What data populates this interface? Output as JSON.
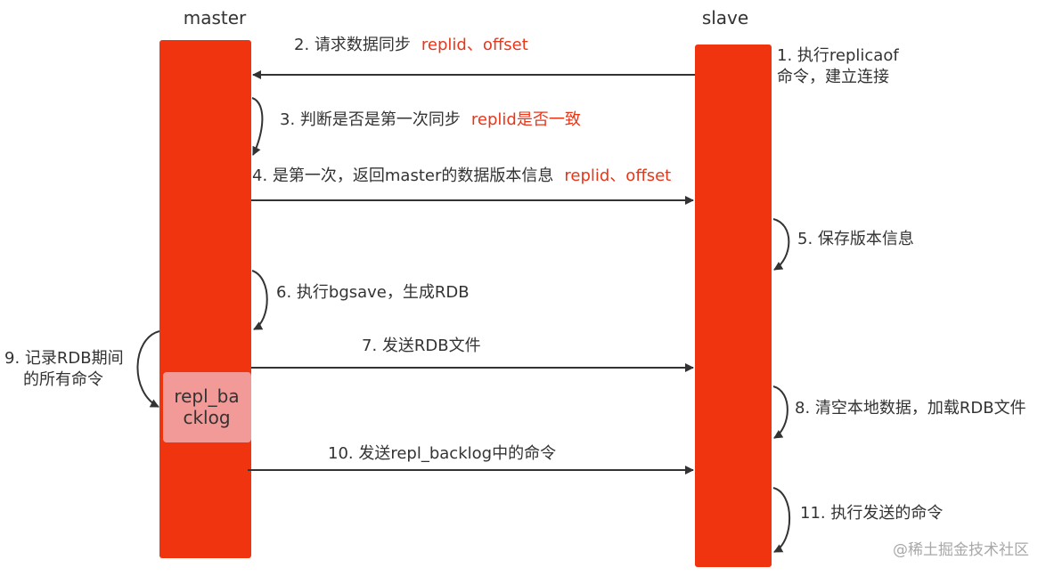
{
  "participants": {
    "master": "master",
    "slave": "slave"
  },
  "buffer": {
    "line1": "repl_ba",
    "line2": "cklog"
  },
  "steps": [
    {
      "id": "s1",
      "line1": "1. 执行replicaof",
      "line2": "命令，建立连接"
    },
    {
      "id": "s2",
      "text": "2. 请求数据同步",
      "highlight": "replid、offset"
    },
    {
      "id": "s3",
      "text": "3. 判断是否是第一次同步",
      "highlight": "replid是否一致"
    },
    {
      "id": "s4",
      "text": "4. 是第一次，返回master的数据版本信息",
      "highlight": "replid、offset"
    },
    {
      "id": "s5",
      "text": "5. 保存版本信息"
    },
    {
      "id": "s6",
      "text": "6. 执行bgsave，生成RDB"
    },
    {
      "id": "s7",
      "text": "7. 发送RDB文件"
    },
    {
      "id": "s8",
      "text": "8. 清空本地数据，加载RDB文件"
    },
    {
      "id": "s9",
      "line1": "9. 记录RDB期间",
      "line2": "的所有命令"
    },
    {
      "id": "s10",
      "text": "10. 发送repl_backlog中的命令"
    },
    {
      "id": "s11",
      "text": "11. 执行发送的命令"
    }
  ],
  "watermark": "@稀土掘金技术社区",
  "colors": {
    "lifeline": "#f03410",
    "buffer": "#f19a98",
    "highlight": "#e8361a",
    "arrow": "#333333"
  }
}
